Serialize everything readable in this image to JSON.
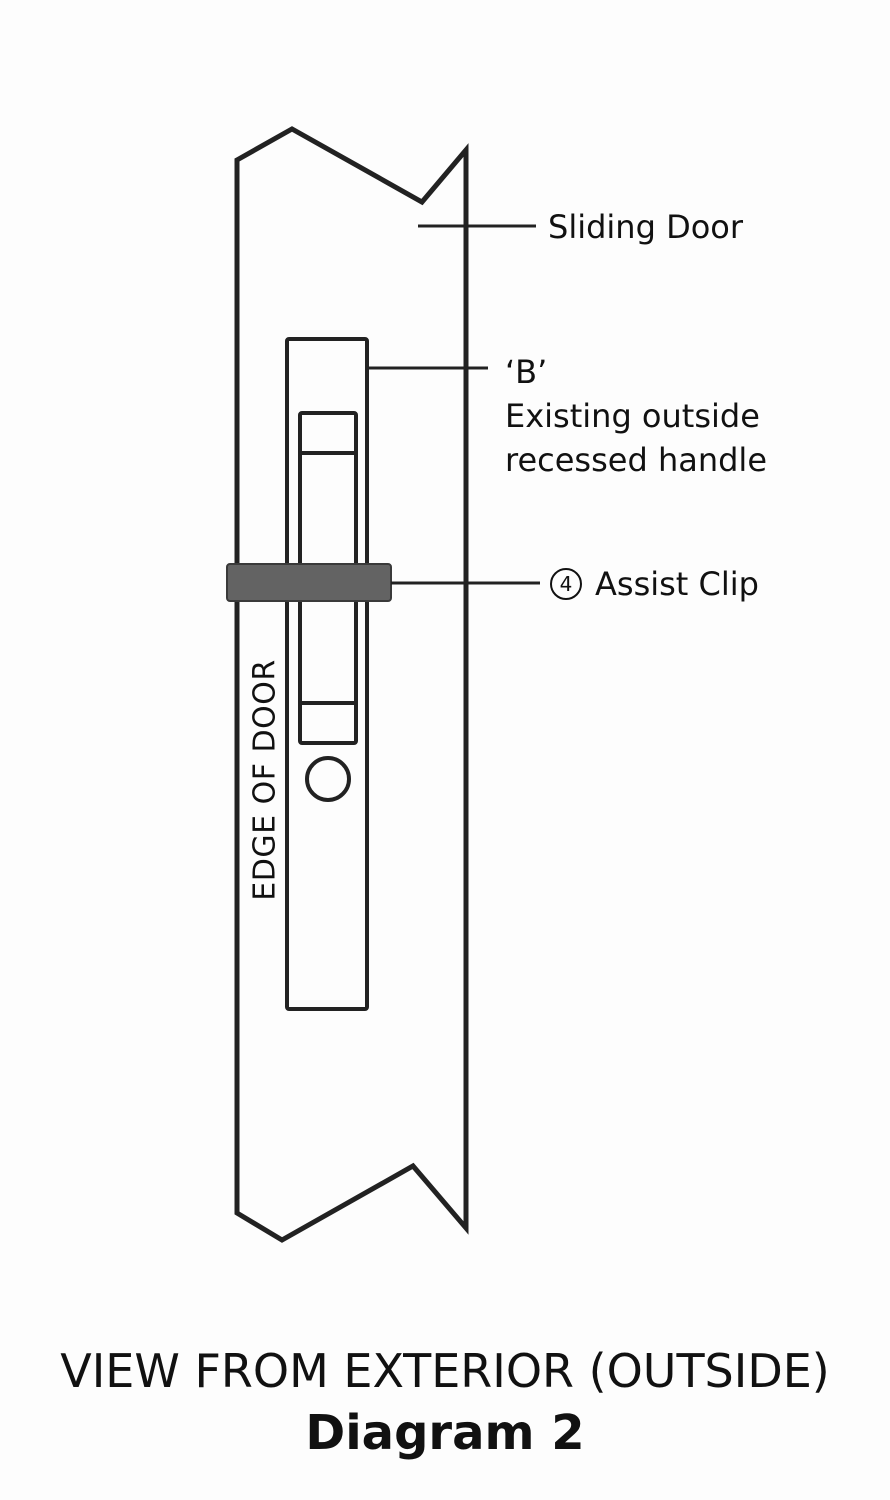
{
  "labels": {
    "sliding_door": "Sliding Door",
    "handle_id": "‘B’",
    "handle_line1": "Existing outside",
    "handle_line2": "recessed handle",
    "clip_number": "4",
    "clip_name": "Assist Clip",
    "edge_of_door": "EDGE OF DOOR"
  },
  "footer": {
    "view": "VIEW FROM EXTERIOR (OUTSIDE)",
    "diagram": "Diagram 2"
  },
  "colors": {
    "stroke": "#222222",
    "clip_fill": "#636363",
    "background": "#fdfdfd",
    "text": "#111111"
  }
}
